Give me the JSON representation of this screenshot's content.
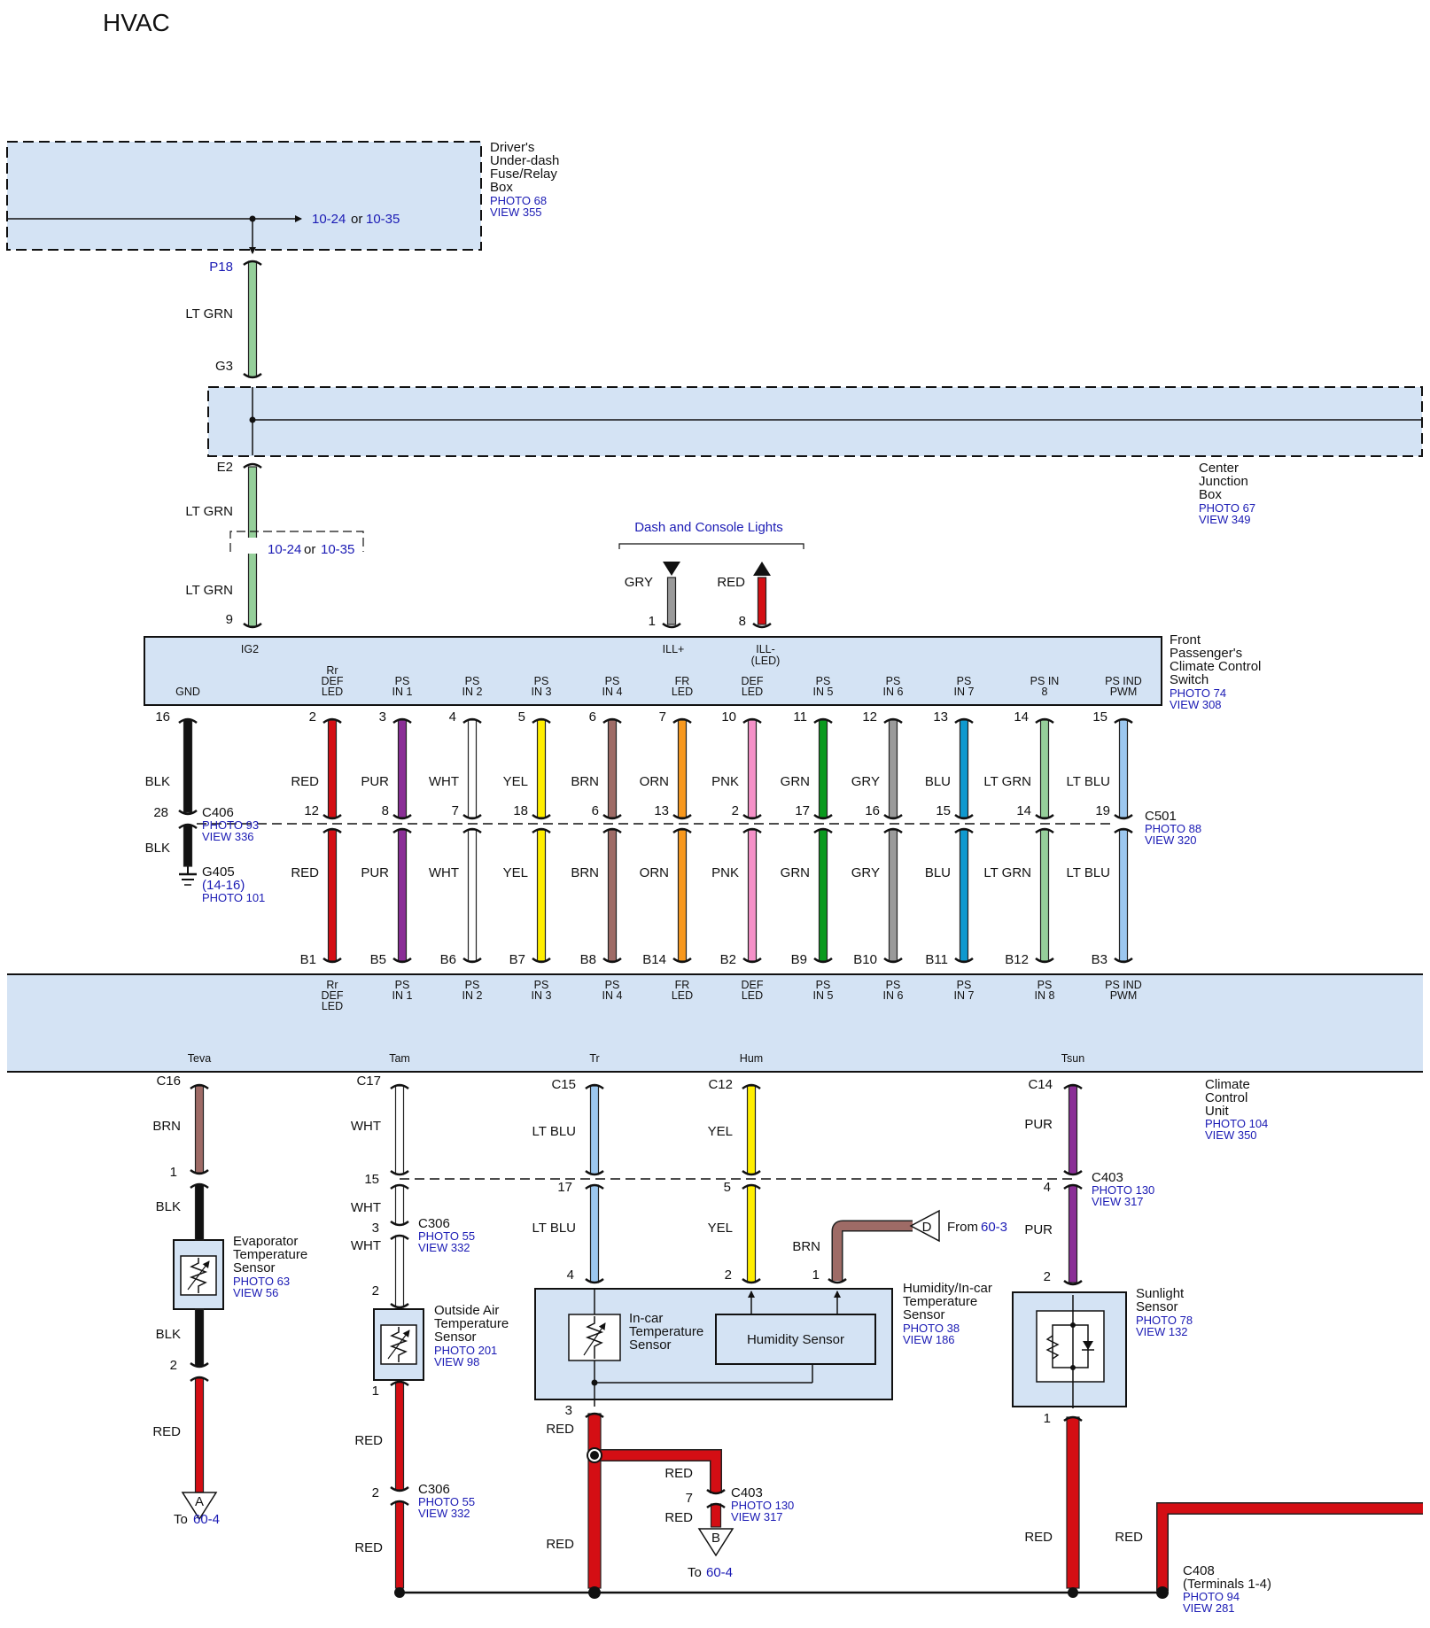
{
  "title": "HVAC",
  "colors": {
    "box_fill": "#d4e3f4",
    "link_blue": "#1a1ab4",
    "RED": "#d40e14",
    "PUR": "#8a2e96",
    "WHT": "#ffffff",
    "YEL": "#ffee00",
    "BRN": "#9e6b66",
    "ORN": "#f7981e",
    "PNK": "#f591c8",
    "GRN": "#0a9a1e",
    "GRY": "#9a9a9a",
    "BLU": "#0f99cf",
    "LT GRN": "#95cf9a",
    "LT BLU": "#9cc7ef",
    "BLK": "#111111"
  },
  "fuse_box": {
    "name": [
      "Driver's",
      "Under-dash",
      "Fuse/Relay",
      "Box"
    ],
    "photo": "PHOTO 68",
    "view": "VIEW 355",
    "ref_a": "10-24",
    "ref_or": "or",
    "ref_b": "10-35"
  },
  "ig_feed": {
    "p18": "P18",
    "g3": "G3",
    "e2": "E2",
    "pin9": "9",
    "wire": "LT GRN",
    "ref_a": "10-24",
    "ref_or": "or",
    "ref_b": "10-35"
  },
  "junction_box": {
    "name": [
      "Center",
      "Junction",
      "Box"
    ],
    "photo": "PHOTO 67",
    "view": "VIEW 349"
  },
  "dash_lights": {
    "title": "Dash and Console Lights",
    "gry_label": "GRY",
    "red_label": "RED",
    "gry_pin": "1",
    "red_pin": "8"
  },
  "switch": {
    "name": [
      "Front",
      "Passenger's",
      "Climate Control",
      "Switch"
    ],
    "photo": "PHOTO 74",
    "view": "VIEW 308",
    "ig2": "IG2",
    "gnd": "GND",
    "ill_plus": "ILL+",
    "ill_minus": [
      "ILL-",
      "(LED)"
    ]
  },
  "ground": {
    "pin_top": "16",
    "wire_top": "BLK",
    "pin_c406": "28",
    "c406": "C406",
    "c406_photo": "PHOTO 93",
    "c406_view": "VIEW 336",
    "wire_bottom": "BLK",
    "g405": "G405",
    "g405_range": "(14-16)",
    "g405_photo": "PHOTO 101"
  },
  "c501": {
    "name": "C501",
    "photo": "PHOTO 88",
    "view": "VIEW 320"
  },
  "switch_wires": [
    {
      "top_label": [
        "Rr",
        "DEF",
        "LED"
      ],
      "pin": "2",
      "color": "RED",
      "mid_pin": "12",
      "b_pin": "B1",
      "bottom_label": [
        "Rr",
        "DEF",
        "LED"
      ]
    },
    {
      "top_label": [
        "PS",
        "IN 1"
      ],
      "pin": "3",
      "color": "PUR",
      "mid_pin": "8",
      "b_pin": "B5",
      "bottom_label": [
        "PS",
        "IN 1"
      ]
    },
    {
      "top_label": [
        "PS",
        "IN 2"
      ],
      "pin": "4",
      "color": "WHT",
      "mid_pin": "7",
      "b_pin": "B6",
      "bottom_label": [
        "PS",
        "IN 2"
      ]
    },
    {
      "top_label": [
        "PS",
        "IN 3"
      ],
      "pin": "5",
      "color": "YEL",
      "mid_pin": "18",
      "b_pin": "B7",
      "bottom_label": [
        "PS",
        "IN 3"
      ]
    },
    {
      "top_label": [
        "PS",
        "IN 4"
      ],
      "pin": "6",
      "color": "BRN",
      "mid_pin": "6",
      "b_pin": "B8",
      "bottom_label": [
        "PS",
        "IN 4"
      ]
    },
    {
      "top_label": [
        "FR",
        "LED"
      ],
      "pin": "7",
      "color": "ORN",
      "mid_pin": "13",
      "b_pin": "B14",
      "bottom_label": [
        "FR",
        "LED"
      ]
    },
    {
      "top_label": [
        "DEF",
        "LED"
      ],
      "pin": "10",
      "color": "PNK",
      "mid_pin": "2",
      "b_pin": "B2",
      "bottom_label": [
        "DEF",
        "LED"
      ]
    },
    {
      "top_label": [
        "PS",
        "IN 5"
      ],
      "pin": "11",
      "color": "GRN",
      "mid_pin": "17",
      "b_pin": "B9",
      "bottom_label": [
        "PS",
        "IN 5"
      ]
    },
    {
      "top_label": [
        "PS",
        "IN 6"
      ],
      "pin": "12",
      "color": "GRY",
      "mid_pin": "16",
      "b_pin": "B10",
      "bottom_label": [
        "PS",
        "IN 6"
      ]
    },
    {
      "top_label": [
        "PS",
        "IN 7"
      ],
      "pin": "13",
      "color": "BLU",
      "mid_pin": "15",
      "b_pin": "B11",
      "bottom_label": [
        "PS",
        "IN 7"
      ]
    },
    {
      "top_label": [
        "PS IN",
        "8"
      ],
      "pin": "14",
      "color": "LT GRN",
      "mid_pin": "14",
      "b_pin": "B12",
      "bottom_label": [
        "PS",
        "IN 8"
      ]
    },
    {
      "top_label": [
        "PS IND",
        "PWM"
      ],
      "pin": "15",
      "color": "LT BLU",
      "mid_pin": "19",
      "b_pin": "B3",
      "bottom_label": [
        "PS IND",
        "PWM"
      ]
    }
  ],
  "climate_unit": {
    "name": [
      "Climate",
      "Control",
      "Unit"
    ],
    "photo": "PHOTO 104",
    "view": "VIEW 350",
    "pin_names": {
      "teva": "Teva",
      "tam": "Tam",
      "tr": "Tr",
      "hum": "Hum",
      "tsun": "Tsun"
    }
  },
  "evap": {
    "c16": "C16",
    "wire_top": "BRN",
    "pin_1": "1",
    "wire_mid": "BLK",
    "name": [
      "Evaporator",
      "Temperature",
      "Sensor"
    ],
    "photo": "PHOTO 63",
    "view": "VIEW 56",
    "wire_below": "BLK",
    "pin_2": "2",
    "wire_bottom": "RED",
    "to_tag": "A",
    "to_text": "To",
    "to_ref": "60-4"
  },
  "outside": {
    "c17": "C17",
    "wire_top": "WHT",
    "pin_15": "15",
    "wire_2": "WHT",
    "pin_3": "3",
    "c306": "C306",
    "c306_photo": "PHOTO 55",
    "c306_view": "VIEW 332",
    "wire_3": "WHT",
    "pin_2": "2",
    "name": [
      "Outside Air",
      "Temperature",
      "Sensor"
    ],
    "photo": "PHOTO 201",
    "view": "VIEW 98",
    "pin_1": "1",
    "wire_red": "RED",
    "pin_2b": "2",
    "wire_red2": "RED"
  },
  "c403": {
    "name": "C403",
    "photo": "PHOTO 130",
    "view": "VIEW 317"
  },
  "incar": {
    "c15": "C15",
    "wire_top": "LT BLU",
    "pin_17": "17",
    "wire_2": "LT BLU",
    "pin_4": "4",
    "name": [
      "In-car",
      "Temperature",
      "Sensor"
    ],
    "pin_3": "3",
    "wire_red": "RED",
    "wire_red2": "RED",
    "branch_red1": "RED",
    "branch_pin": "7",
    "branch_red2": "RED",
    "to_tag": "B",
    "to_text": "To",
    "to_ref": "60-4"
  },
  "hum": {
    "c12": "C12",
    "wire_top": "YEL",
    "pin_5": "5",
    "wire_2": "YEL",
    "pin_2": "2",
    "sensor": "Humidity Sensor",
    "brn": "BRN",
    "pin_1": "1",
    "from_tag": "D",
    "from_text": "From",
    "from_ref": "60-3",
    "name": [
      "Humidity/In-car",
      "Temperature",
      "Sensor"
    ],
    "photo": "PHOTO 38",
    "view": "VIEW 186"
  },
  "sun": {
    "c14": "C14",
    "wire_top": "PUR",
    "pin_4": "4",
    "wire_2": "PUR",
    "pin_2": "2",
    "name": [
      "Sunlight",
      "Sensor"
    ],
    "photo": "PHOTO 78",
    "view": "VIEW 132",
    "pin_1": "1",
    "wire_red": "RED"
  },
  "c408": {
    "wire": "RED",
    "name": "C408",
    "terminals": "(Terminals 1-4)",
    "photo": "PHOTO 94",
    "view": "VIEW 281"
  }
}
